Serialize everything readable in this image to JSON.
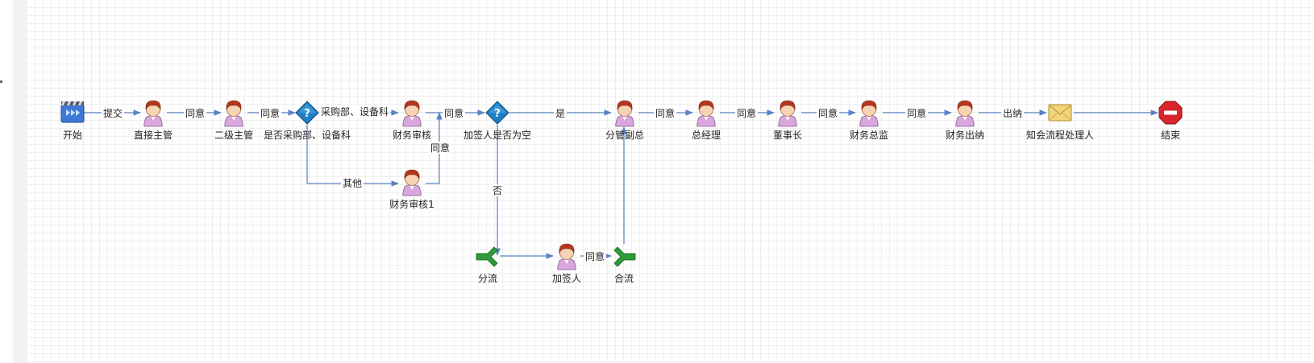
{
  "diagram": {
    "type": "workflow",
    "nodes": [
      {
        "id": "start",
        "label": "开始",
        "kind": "start",
        "icon": "start-film-icon"
      },
      {
        "id": "n1",
        "label": "直接主管",
        "kind": "user",
        "icon": "user-icon"
      },
      {
        "id": "n2",
        "label": "二级主管",
        "kind": "user",
        "icon": "user-icon"
      },
      {
        "id": "d1",
        "label": "是否采购部、设备科",
        "kind": "decision",
        "icon": "decision-diamond-icon"
      },
      {
        "id": "n3",
        "label": "财务审核",
        "kind": "user",
        "icon": "user-icon"
      },
      {
        "id": "n3b",
        "label": "财务审核1",
        "kind": "user",
        "icon": "user-icon"
      },
      {
        "id": "d2",
        "label": "加签人是否为空",
        "kind": "decision",
        "icon": "decision-diamond-icon"
      },
      {
        "id": "n4",
        "label": "分管副总",
        "kind": "user",
        "icon": "user-icon"
      },
      {
        "id": "n5",
        "label": "总经理",
        "kind": "user",
        "icon": "user-icon"
      },
      {
        "id": "n6",
        "label": "董事长",
        "kind": "user",
        "icon": "user-icon"
      },
      {
        "id": "n7",
        "label": "财务总监",
        "kind": "user",
        "icon": "user-icon"
      },
      {
        "id": "n8",
        "label": "财务出纳",
        "kind": "user",
        "icon": "user-icon"
      },
      {
        "id": "n9",
        "label": "知会流程处理人",
        "kind": "notify",
        "icon": "envelope-icon"
      },
      {
        "id": "end",
        "label": "结束",
        "kind": "end",
        "icon": "end-stop-icon"
      },
      {
        "id": "fork",
        "label": "分流",
        "kind": "fork",
        "icon": "fork-icon"
      },
      {
        "id": "n10",
        "label": "加签人",
        "kind": "user",
        "icon": "user-icon"
      },
      {
        "id": "join",
        "label": "合流",
        "kind": "join",
        "icon": "join-icon"
      }
    ],
    "edges": [
      {
        "id": "e1",
        "from": "start",
        "to": "n1",
        "label": "提交"
      },
      {
        "id": "e2",
        "from": "n1",
        "to": "n2",
        "label": "同意"
      },
      {
        "id": "e3",
        "from": "n2",
        "to": "d1",
        "label": "同意"
      },
      {
        "id": "e4",
        "from": "d1",
        "to": "n3",
        "label": "采购部、设备科"
      },
      {
        "id": "e5",
        "from": "d1",
        "to": "n3b",
        "label": "其他"
      },
      {
        "id": "e6",
        "from": "n3",
        "to": "d2",
        "label": "同意"
      },
      {
        "id": "e7",
        "from": "n3b",
        "to": "d2",
        "label": "同意"
      },
      {
        "id": "e8",
        "from": "d2",
        "to": "n4",
        "label": "是"
      },
      {
        "id": "e9",
        "from": "d2",
        "to": "fork",
        "label": "否"
      },
      {
        "id": "e10",
        "from": "fork",
        "to": "n10",
        "label": ""
      },
      {
        "id": "e11",
        "from": "n10",
        "to": "join",
        "label": "同意"
      },
      {
        "id": "e12",
        "from": "join",
        "to": "n4",
        "label": ""
      },
      {
        "id": "e13",
        "from": "n4",
        "to": "n5",
        "label": "同意"
      },
      {
        "id": "e14",
        "from": "n5",
        "to": "n6",
        "label": "同意"
      },
      {
        "id": "e15",
        "from": "n6",
        "to": "n7",
        "label": "同意"
      },
      {
        "id": "e16",
        "from": "n7",
        "to": "n8",
        "label": "同意"
      },
      {
        "id": "e17",
        "from": "n8",
        "to": "n9",
        "label": "出纳"
      },
      {
        "id": "e18",
        "from": "n9",
        "to": "end",
        "label": ""
      }
    ]
  },
  "colors": {
    "edge": "#5a83c2",
    "grid": "#efefef",
    "decision": "#1f7fc4",
    "flow_arrow": "#2e9a3a",
    "end_stop": "#d8262c",
    "envelope": "#f1d57a",
    "user_hair": "#b7361f",
    "user_shirt": "#d9a6dd"
  }
}
